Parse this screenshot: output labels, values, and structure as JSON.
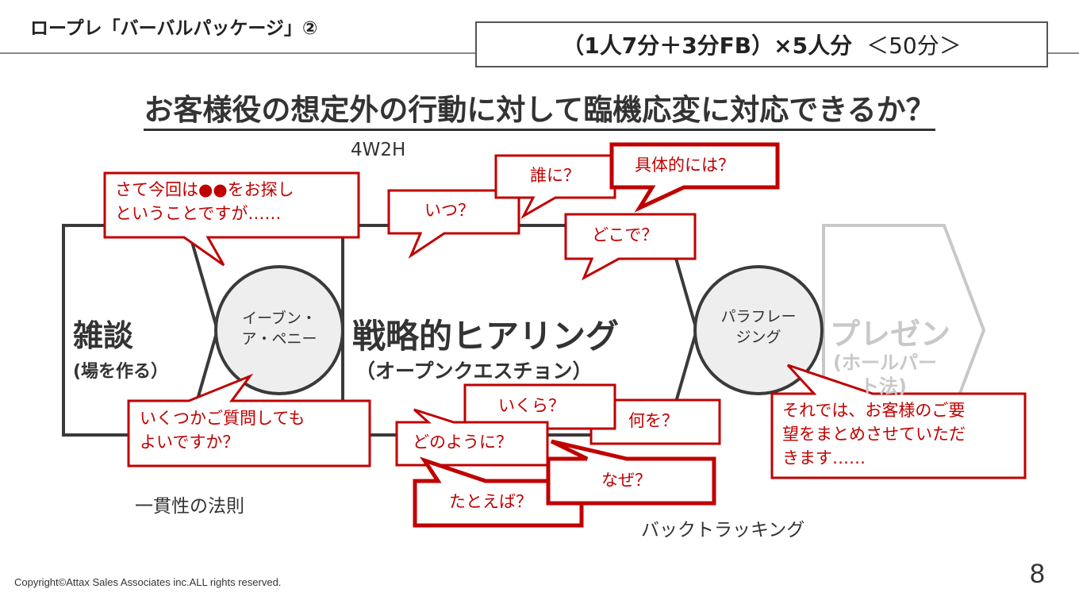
{
  "slide": {
    "title": "ロープレ「バーバルパッケージ」②",
    "time_note_bold": "（1人7分＋3分FB）×5人分",
    "time_note_light": "＜50分＞",
    "question": "お客様役の想定外の行動に対して臨機応変に対応できるか？",
    "page_number": "8",
    "copyright": "Copyright©Attax Sales Associates inc.ALL rights reserved."
  },
  "diagram": {
    "stage_smalltalk": "雑談",
    "stage_smalltalk_sub": "(場を作る）",
    "bridge_even_penny_line1": "イーブン・",
    "bridge_even_penny_line2": "ア・ペニー",
    "stage_hearing": "戦略的ヒアリング",
    "stage_hearing_sub": "（オープンクエスチョン）",
    "bridge_paraphrasing_line1": "パラフレー",
    "bridge_paraphrasing_line2": "ジング",
    "stage_presentation": "プレゼン",
    "stage_presentation_sub_line1": "(ホールパー",
    "stage_presentation_sub_line2": "ト法)",
    "label_4w2h": "4W2H",
    "label_consistency": "一貫性の法則",
    "label_backtracking": "バックトラッキング"
  },
  "bubbles": {
    "search": [
      "さて今回は●●をお探し",
      "ということですが……"
    ],
    "ask_questions": [
      "いくつかご質問しても",
      "よいですか？"
    ],
    "when": "いつ？",
    "to_whom": "誰に？",
    "specifically": "具体的には？",
    "where": "どこで？",
    "how_much": "いくら？",
    "what": "何を？",
    "how": "どのように？",
    "why": "なぜ？",
    "for_example": "たとえば？",
    "summary": [
      "それでは、お客様のご要",
      "望をまとめさせていただ",
      "きます……"
    ]
  },
  "colors": {
    "accent_red": "#c00000",
    "outline_dark": "#3a3a3a",
    "faded_gray": "#c8c8c8",
    "circle_fill": "#eeeeee"
  }
}
